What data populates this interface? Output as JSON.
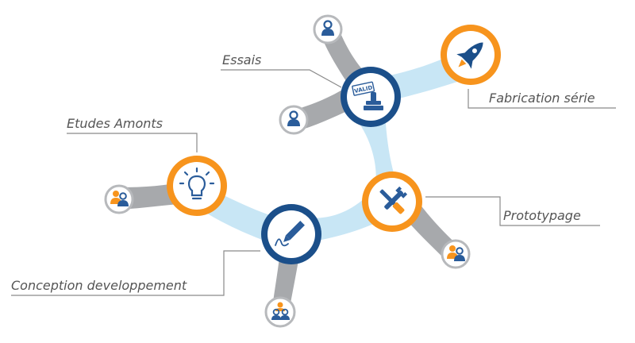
{
  "colors": {
    "connector": "#c8e6f5",
    "branch": "#a7a9ac",
    "node_orange": "#f7941d",
    "node_navy": "#1b4f8a",
    "icon_blue": "#2a5c9a",
    "people_orange": "#f7941d",
    "text": "#555555",
    "leader": "#8a8a8a"
  },
  "labels": {
    "essais": "Essais",
    "fabrication": "Fabrication série",
    "etudes": "Etudes Amonts",
    "prototypage": "Prototypage",
    "conception": "Conception developpement"
  },
  "icons": {
    "essais": "stamp-icon",
    "fabrication": "rocket-icon",
    "etudes": "lightbulb-icon",
    "prototypage": "tools-icon",
    "conception": "pen-icon"
  },
  "stamp_text": "VALID"
}
